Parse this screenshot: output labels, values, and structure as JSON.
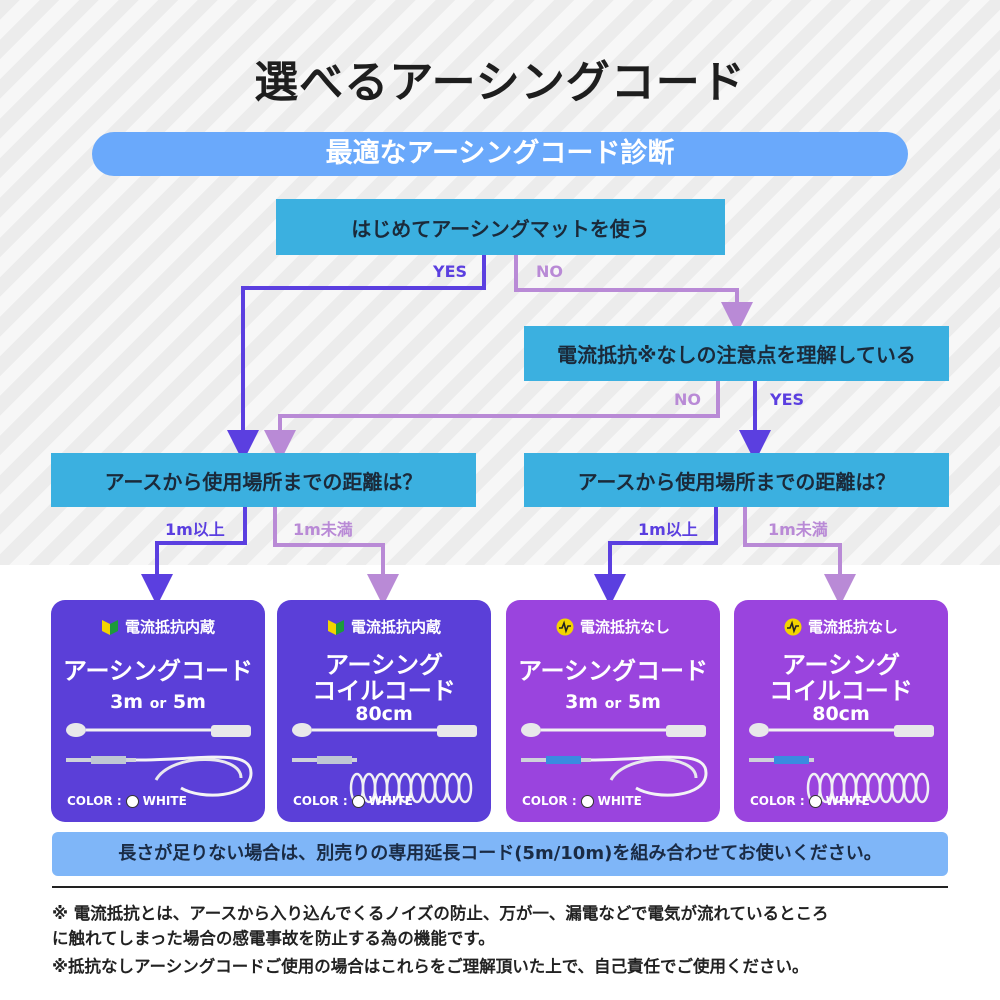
{
  "title": "選べるアーシングコード",
  "banner": "最適なアーシングコード診断",
  "q1": "はじめてアーシングマットを使う",
  "q2": "電流抵抗※なしの注意点を理解している",
  "q3_left": "アースから使用場所までの距離は？",
  "q3_right": "アースから使用場所までの距離は？",
  "labels": {
    "q1_yes": "YES",
    "q1_no": "NO",
    "q2_no": "NO",
    "q2_yes": "YES",
    "l_long": "1m以上",
    "l_short": "1m未満",
    "r_long": "1m以上",
    "r_short": "1m未満"
  },
  "cards": [
    {
      "badge": "電流抵抗内蔵",
      "name": "アーシングコード",
      "sub_a": "3m",
      "sub_or": "or",
      "sub_b": "5m",
      "color_label": "COLOR :",
      "color_value": "WHITE"
    },
    {
      "badge": "電流抵抗内蔵",
      "name_1": "アーシング",
      "name_2": "コイルコード",
      "sub": "80cm",
      "color_label": "COLOR :",
      "color_value": "WHITE"
    },
    {
      "badge": "電流抵抗なし",
      "name": "アーシングコード",
      "sub_a": "3m",
      "sub_or": "or",
      "sub_b": "5m",
      "color_label": "COLOR :",
      "color_value": "WHITE"
    },
    {
      "badge": "電流抵抗なし",
      "name_1": "アーシング",
      "name_2": "コイルコード",
      "sub": "80cm",
      "color_label": "COLOR :",
      "color_value": "WHITE"
    }
  ],
  "note": "長さが足りない場合は、別売りの専用延長コード(5m/10m)を組み合わせてお使いください。",
  "footnotes": [
    "※ 電流抵抗とは、アースから入り込んでくるノイズの防止、万が一、漏電などで電気が流れているところ",
    "に触れてしまった場合の感電事故を防止する為の機能です。",
    "※抵抗なしアーシングコードご使用の場合はこれらをご理解頂いた上で、自己責任でご使用ください。"
  ],
  "colors": {
    "yes_line": "#5b3fe0",
    "no_line": "#b98ad6",
    "box": "#3bb0e0",
    "banner": "#6aa9fb"
  }
}
